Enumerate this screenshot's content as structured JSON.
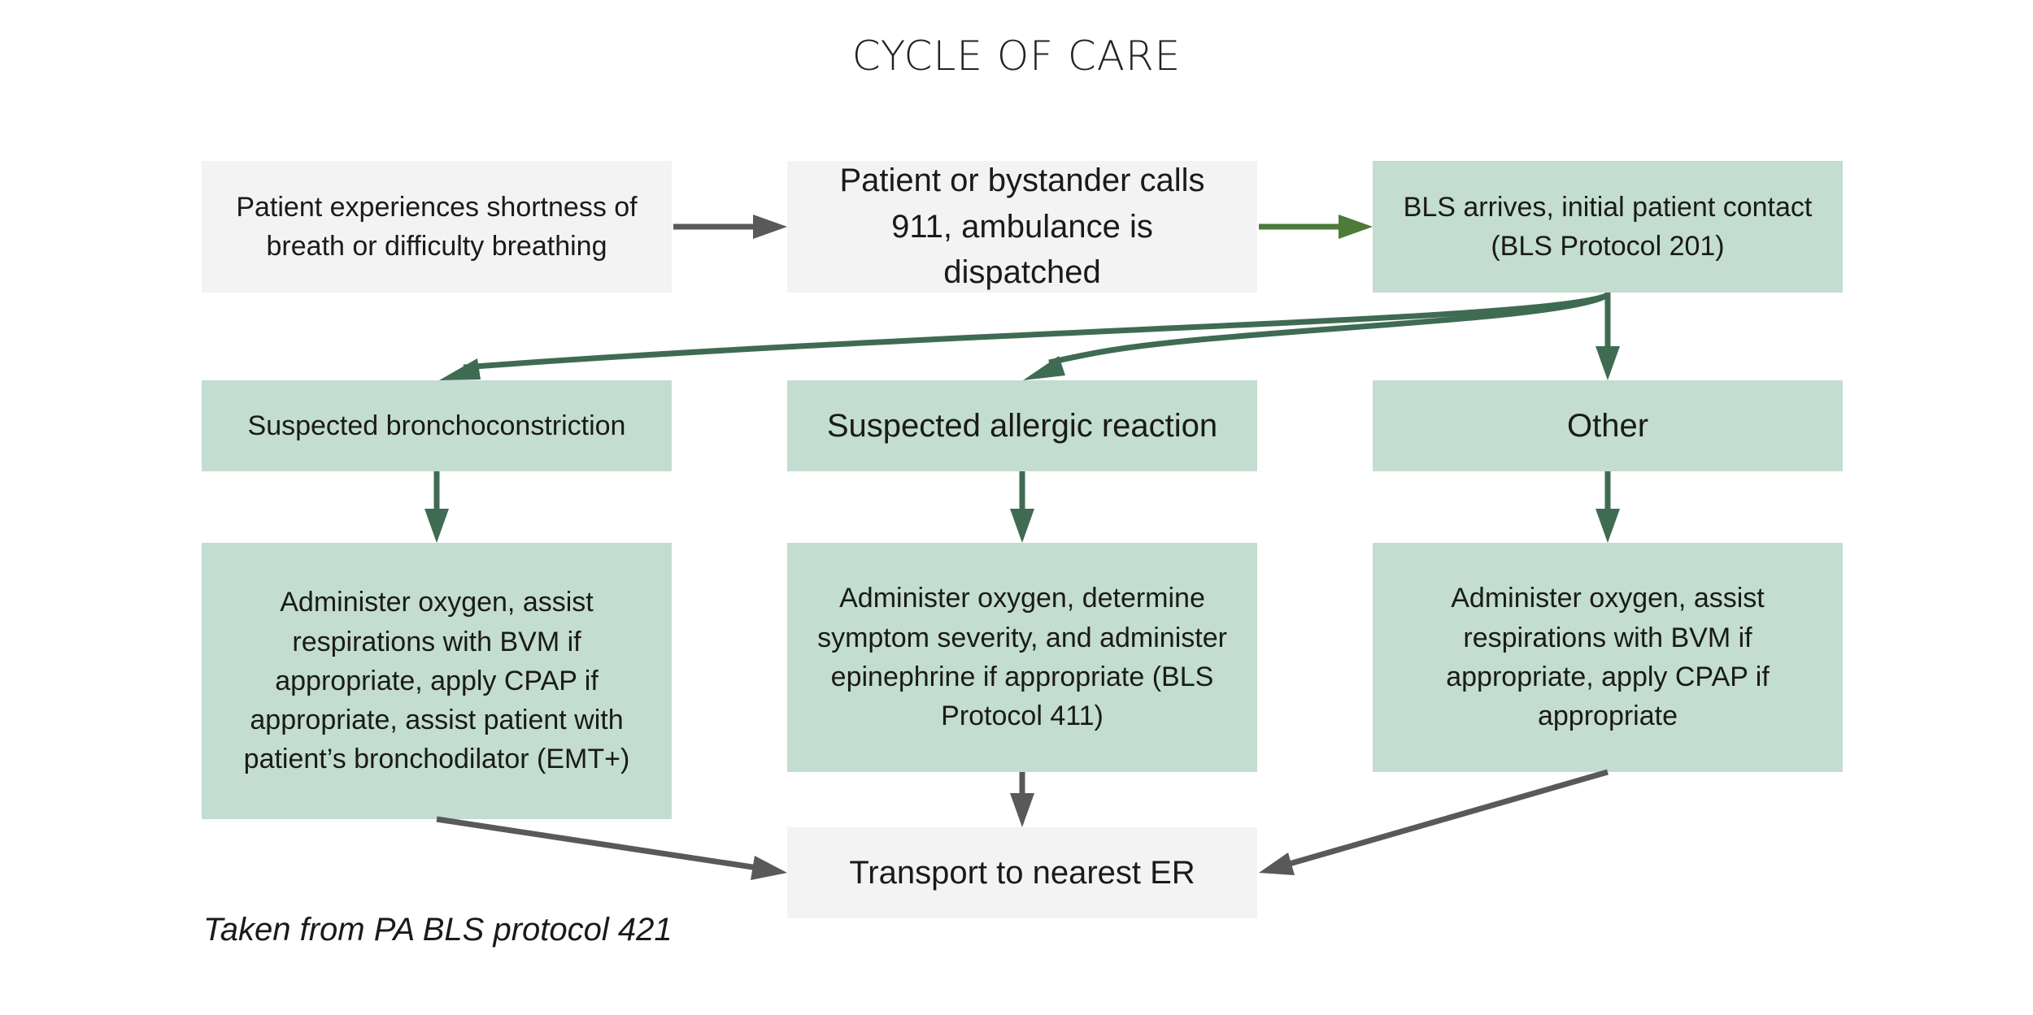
{
  "title": "CYCLE OF CARE",
  "footer": "Taken from PA BLS protocol 421",
  "nodes": {
    "symptom": "Patient experiences shortness of breath or difficulty breathing",
    "call": "Patient or bystander calls 911, ambulance is dispatched",
    "bls_arrives": "BLS arrives, initial patient contact (BLS Protocol 201)",
    "broncho": "Suspected bronchoconstriction",
    "allergic": "Suspected allergic reaction",
    "other": "Other",
    "broncho_tx": "Administer oxygen, assist respirations with BVM if appropriate, apply CPAP if appropriate, assist patient with patient’s bronchodilator (EMT+)",
    "allergic_tx": "Administer oxygen, determine symptom severity, and administer epinephrine if appropriate (BLS Protocol 411)",
    "other_tx": "Administer oxygen, assist respirations with BVM if appropriate, apply CPAP if appropriate",
    "transport": "Transport to nearest ER"
  },
  "colors": {
    "gray_box": "#f3f3f3",
    "green_box": "#c3ddd0",
    "gray_arrow": "#595959",
    "green_arrow": "#3f6b52",
    "olive_arrow": "#4e7a3a"
  }
}
